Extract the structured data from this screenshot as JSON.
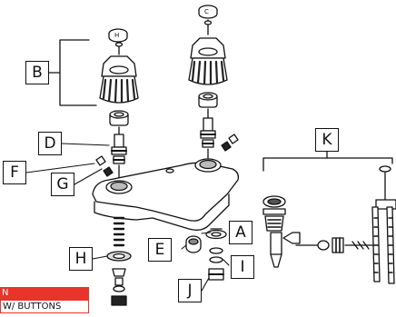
{
  "callouts": {
    "A": "A",
    "B": "B",
    "D": "D",
    "E": "E",
    "F": "F",
    "G": "G",
    "H": "H",
    "I": "I",
    "J": "J",
    "K": "K"
  },
  "badge": {
    "top": "N",
    "bottom": "W/ BUTTONS"
  },
  "colors": {
    "line": "#111111",
    "badge_accent": "#e8342b"
  }
}
